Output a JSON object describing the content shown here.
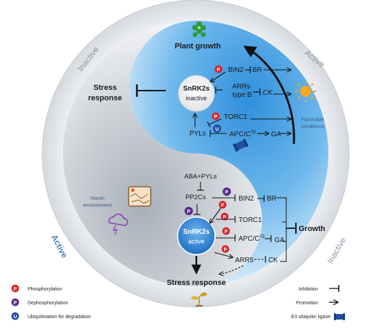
{
  "ring_labels": {
    "top_left": "Inactive",
    "top_right": "Active",
    "bottom_left": "Active",
    "bottom_right": "Inactive"
  },
  "top_half": {
    "title": "Plant growth",
    "stress_response": [
      "Stress",
      "response"
    ],
    "snrk2s": [
      "SnRK2s",
      "inactive"
    ],
    "bin2": "BIN2",
    "br": "BR",
    "arrs": [
      "ARRs",
      "type B"
    ],
    "ck": "CK",
    "torc1": "TORC1",
    "pyls": "PYLs",
    "apcc": "APC/C",
    "apcc_sup": "TE",
    "ga": "GA",
    "favorable": [
      "Favorable",
      "conditions"
    ]
  },
  "bottom_half": {
    "aba_pyls": "ABA+PYLs",
    "pp2cs": "PP2Cs",
    "bin2": "BIN2",
    "br": "BR",
    "torc1": "TORC1",
    "apcc": "APC/C",
    "apcc_sup": "TE",
    "ga": "GA",
    "arr5": "ARR5",
    "ck": "CK",
    "growth": "Growth",
    "snrk2s": [
      "SnRK2s",
      "active"
    ],
    "stress_response": "Stress response",
    "harsh": [
      "Harsh",
      "environment"
    ]
  },
  "badges": {
    "p": "P",
    "u": "U"
  },
  "legend": {
    "phosphorylation": "Phosphorylation",
    "dephosphorylation": "Dephosphorylation",
    "ubiquitination": "Ubiquitination for degradation",
    "inhibition": "Inhibition",
    "promotion": "Promotion",
    "e3": "E3 ubiquitin ligase"
  },
  "colors": {
    "phospho": "#d9262a",
    "dephospho": "#5b2a8c",
    "ubiquitin": "#1f4f9e",
    "sky_blue": "#5aaee6",
    "ring_grey": "#d9dde2"
  }
}
